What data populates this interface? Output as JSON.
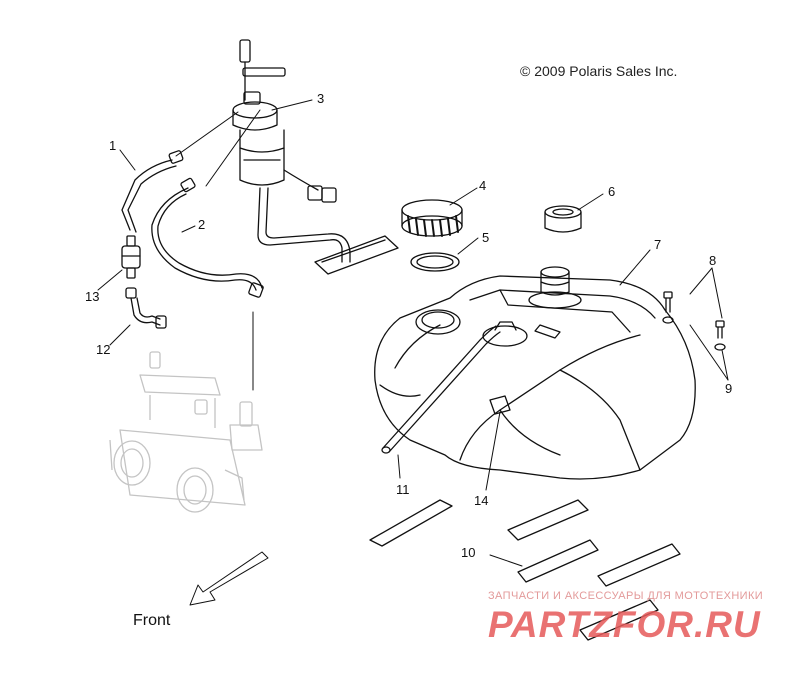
{
  "copyright": "© 2009 Polaris Sales Inc.",
  "front_label": "Front",
  "callouts": [
    {
      "id": "1",
      "label": "1"
    },
    {
      "id": "2",
      "label": "2"
    },
    {
      "id": "3",
      "label": "3"
    },
    {
      "id": "4",
      "label": "4"
    },
    {
      "id": "5",
      "label": "5"
    },
    {
      "id": "6",
      "label": "6"
    },
    {
      "id": "7",
      "label": "7"
    },
    {
      "id": "8",
      "label": "8"
    },
    {
      "id": "9",
      "label": "9"
    },
    {
      "id": "10",
      "label": "10"
    },
    {
      "id": "11",
      "label": "11"
    },
    {
      "id": "12",
      "label": "12"
    },
    {
      "id": "13",
      "label": "13"
    },
    {
      "id": "14",
      "label": "14"
    }
  ],
  "watermark": {
    "tagline": "ЗАПЧАСТИ И АКСЕССУАРЫ ДЛЯ МОТОТЕХНИКИ",
    "logo": "PARTZFOR.RU",
    "color": "#e65a5a"
  },
  "colors": {
    "line": "#111111",
    "ghost": "#c8c8c8"
  }
}
